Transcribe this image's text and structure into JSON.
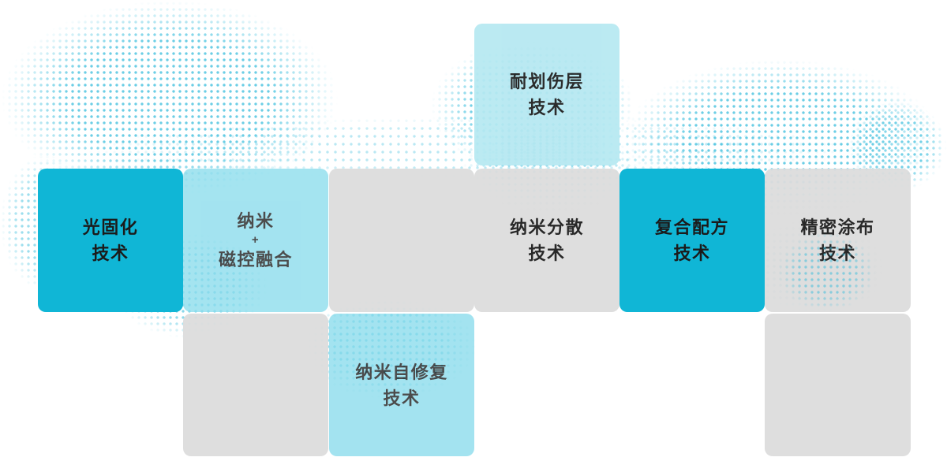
{
  "colors": {
    "background": "#ffffff",
    "tile-bright": "#10b6d6",
    "tile-light": "#b5e8f1",
    "tile-medium": "#8adcec",
    "tile-gray": "#dcdcdc",
    "dot": "#3bbedd",
    "text": "#1b1b1b"
  },
  "tiles": {
    "scratch_resistant": {
      "l1": "耐划伤层",
      "l2": "技术"
    },
    "uv_curing": {
      "l1": "光固化",
      "l2": "技术"
    },
    "nano_magnetron": {
      "l1": "纳米",
      "l2": "+",
      "l3": "磁控融合"
    },
    "nano_dispersion": {
      "l1": "纳米分散",
      "l2": "技术"
    },
    "composite_formula": {
      "l1": "复合配方",
      "l2": "技术"
    },
    "precision_coating": {
      "l1": "精密涂布",
      "l2": "技术"
    },
    "nano_self_healing": {
      "l1": "纳米自修复",
      "l2": "技术"
    }
  }
}
